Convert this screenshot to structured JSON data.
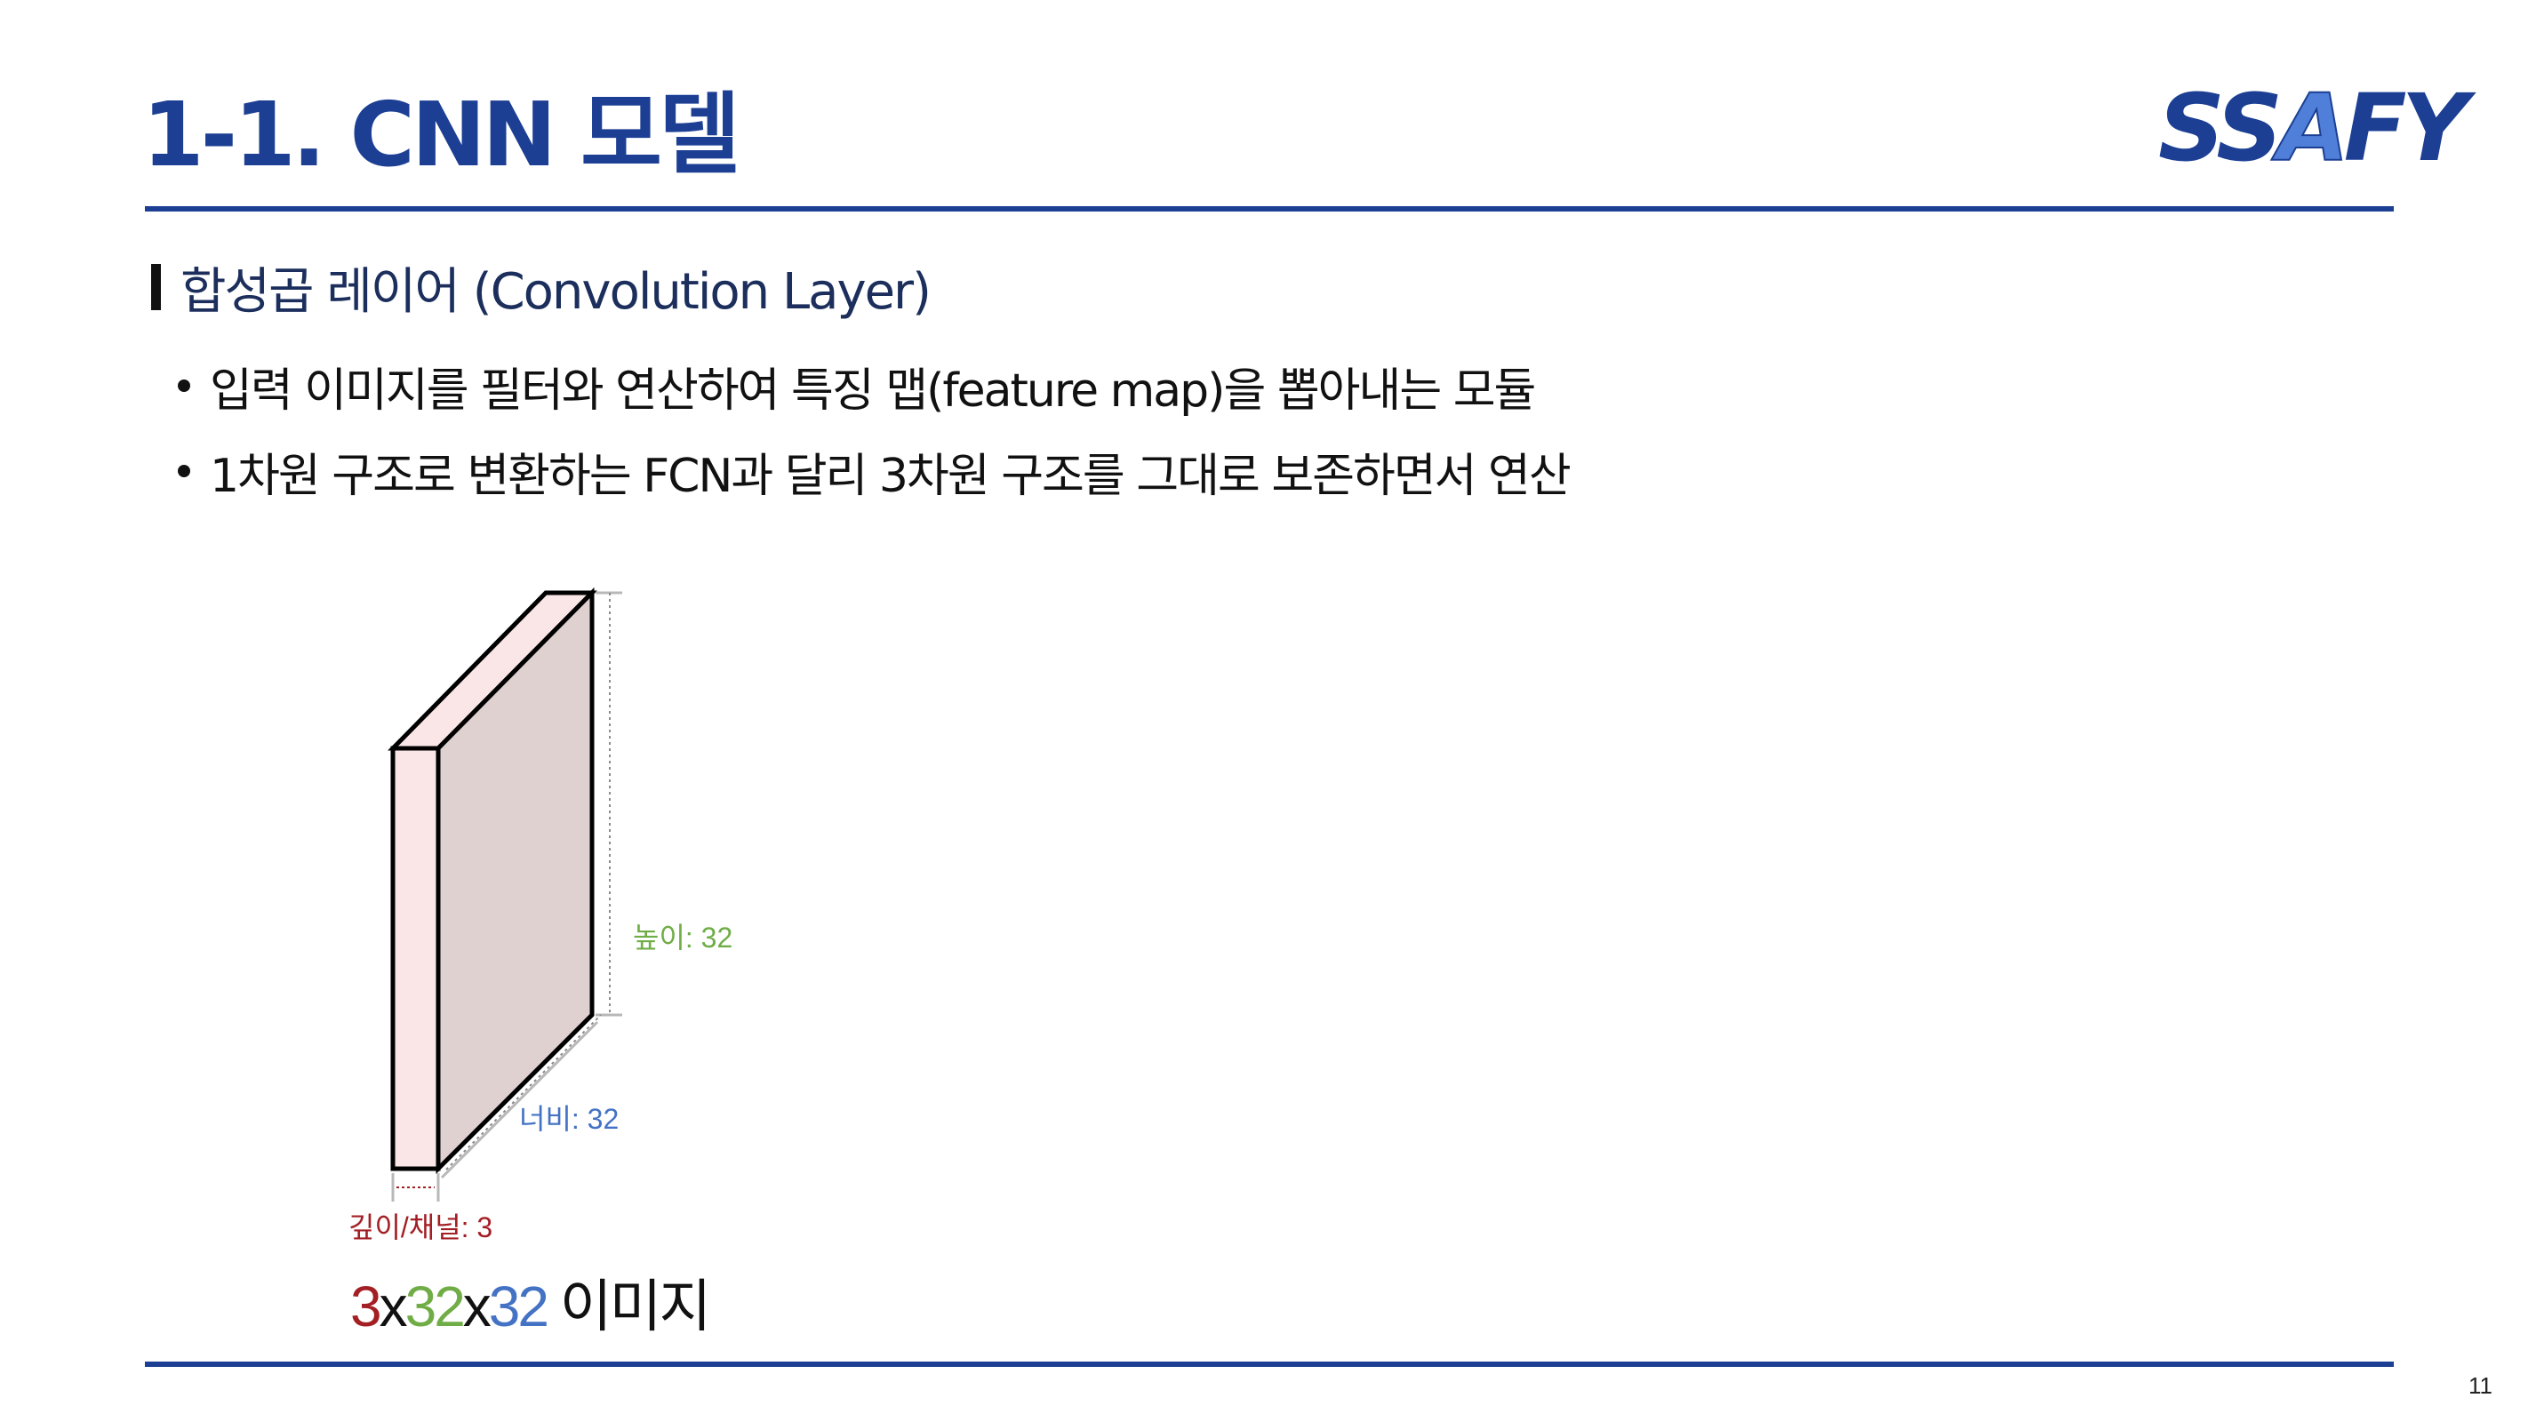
{
  "slide": {
    "title": "1-1. CNN 모델",
    "page_number": "11"
  },
  "logo": {
    "prefix": "SS",
    "highlight": "A",
    "suffix": "FY"
  },
  "section": {
    "heading": "합성곱 레이어 (Convolution Layer)"
  },
  "bullets": [
    "입력 이미지를 필터와 연산하여 특징 맵(feature map)을 뽑아내는 모듈",
    "1차원 구조로 변환하는 FCN과 달리 3차원 구조를 그대로 보존하면서 연산"
  ],
  "diagram": {
    "height_label": "높이: 32",
    "width_label": "너비: 32",
    "depth_label": "깊이/채널: 3",
    "colors": {
      "depth": "#a31f24",
      "height": "#70ad47",
      "width": "#4472c4",
      "front_face": "#fae6e6",
      "side_face": "#e0d1d1"
    },
    "caption": {
      "depth": "3",
      "sep1": "x",
      "height": "32",
      "sep2": "x",
      "width": "32",
      "suffix": " 이미지"
    }
  }
}
